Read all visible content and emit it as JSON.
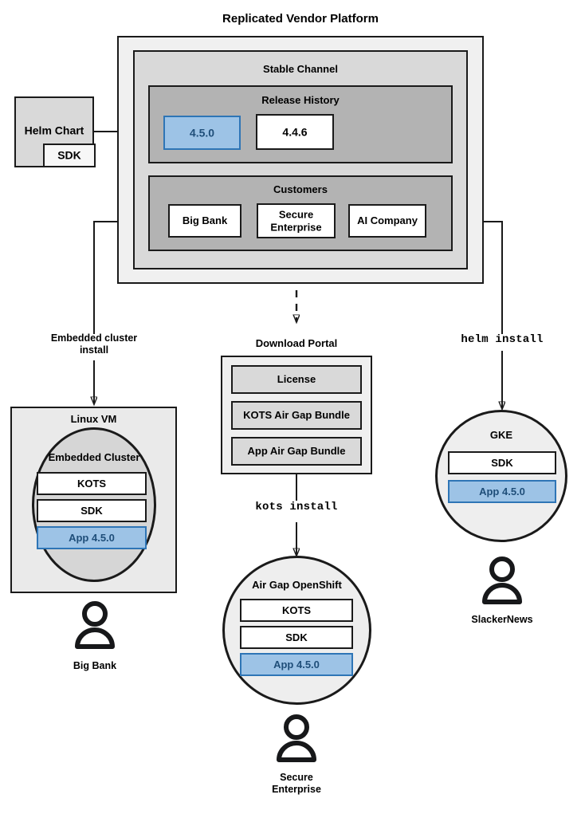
{
  "diagram": {
    "title": "Replicated Vendor Platform",
    "colors": {
      "accent_fill": "#9dc3e6",
      "accent_border": "#2e75b6",
      "accent_text": "#1f4e79",
      "platform_fill": "#f0f0f0",
      "channel_fill": "#d9d9d9",
      "group_fill": "#b3b3b3",
      "stroke": "#1a1a1a"
    }
  },
  "source": {
    "helm_chart": "Helm Chart",
    "sdk": "SDK"
  },
  "platform": {
    "channel": {
      "title": "Stable Channel",
      "release_history": {
        "title": "Release History",
        "releases": [
          {
            "version": "4.5.0",
            "highlighted": true
          },
          {
            "version": "4.4.6",
            "highlighted": false
          }
        ]
      },
      "customers": {
        "title": "Customers",
        "items": [
          {
            "name": "Big Bank"
          },
          {
            "name": "Secure\nEnterprise"
          },
          {
            "name": "AI Company"
          }
        ]
      }
    }
  },
  "flows": {
    "embedded_cluster_install": "Embedded cluster\ninstall",
    "kots_install": "kots install",
    "helm_install": "helm install"
  },
  "download_portal": {
    "title": "Download Portal",
    "artifacts": [
      "License",
      "KOTS Air Gap Bundle",
      "App Air Gap Bundle"
    ]
  },
  "targets": [
    {
      "id": "linux-vm",
      "title": "Linux VM",
      "inner_title": "Embedded Cluster",
      "components": [
        {
          "label": "KOTS",
          "highlighted": false
        },
        {
          "label": "SDK",
          "highlighted": false
        },
        {
          "label": "App 4.5.0",
          "highlighted": true
        }
      ],
      "actor": "Big Bank"
    },
    {
      "id": "air-gap-openshift",
      "title": "Air Gap OpenShift",
      "components": [
        {
          "label": "KOTS",
          "highlighted": false
        },
        {
          "label": "SDK",
          "highlighted": false
        },
        {
          "label": "App 4.5.0",
          "highlighted": true
        }
      ],
      "actor": "Secure\nEnterprise"
    },
    {
      "id": "gke",
      "title": "GKE",
      "components": [
        {
          "label": "SDK",
          "highlighted": false
        },
        {
          "label": "App 4.5.0",
          "highlighted": true
        }
      ],
      "actor": "SlackerNews"
    }
  ],
  "icons": {
    "person": "person-icon",
    "arrowhead": "arrowhead-icon"
  }
}
